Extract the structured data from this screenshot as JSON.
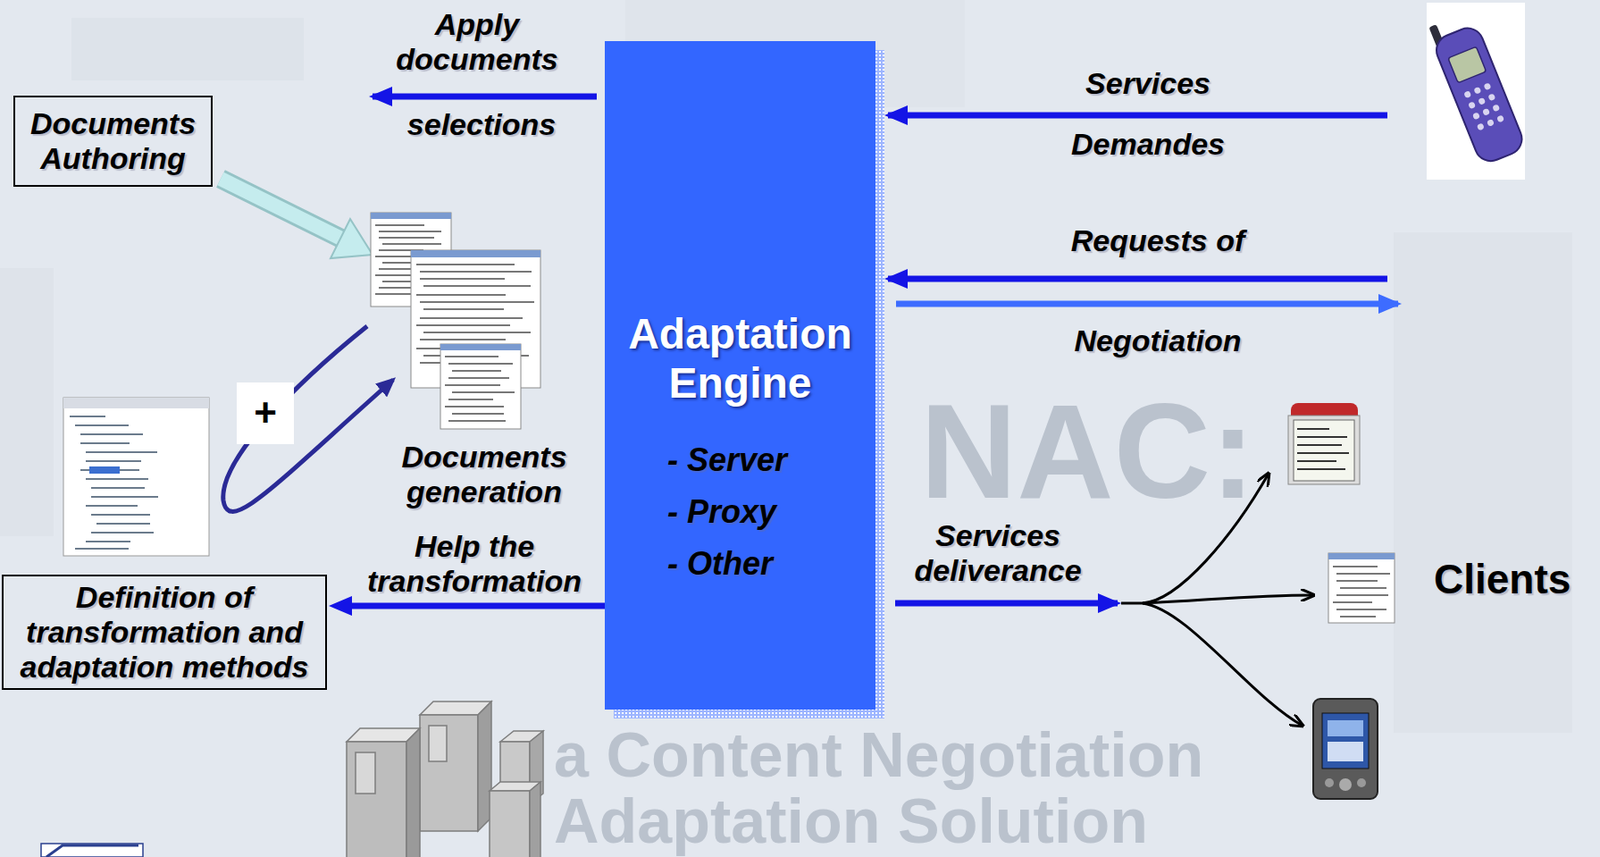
{
  "diagram": {
    "nodes": [
      {
        "text": [
          "Documents Authoring"
        ]
      },
      {
        "text": [
          "Adaptation Engine",
          "- Server",
          "- Proxy",
          "- Other"
        ]
      },
      {
        "text": [
          "Definition of transformation and adaptation methods"
        ]
      }
    ],
    "edges": [
      {
        "from": 1,
        "to": 2,
        "arrow": "to",
        "label": "Help the transformation"
      }
    ],
    "labels": [
      "Apply documents",
      "selections",
      "Documents generation",
      "+",
      "Services",
      "Demandes",
      "Requests of",
      "Negotiation",
      "Services deliverance",
      "Clients",
      "NAC:",
      "a Content Negotiation",
      "Adaptation Solution"
    ]
  }
}
